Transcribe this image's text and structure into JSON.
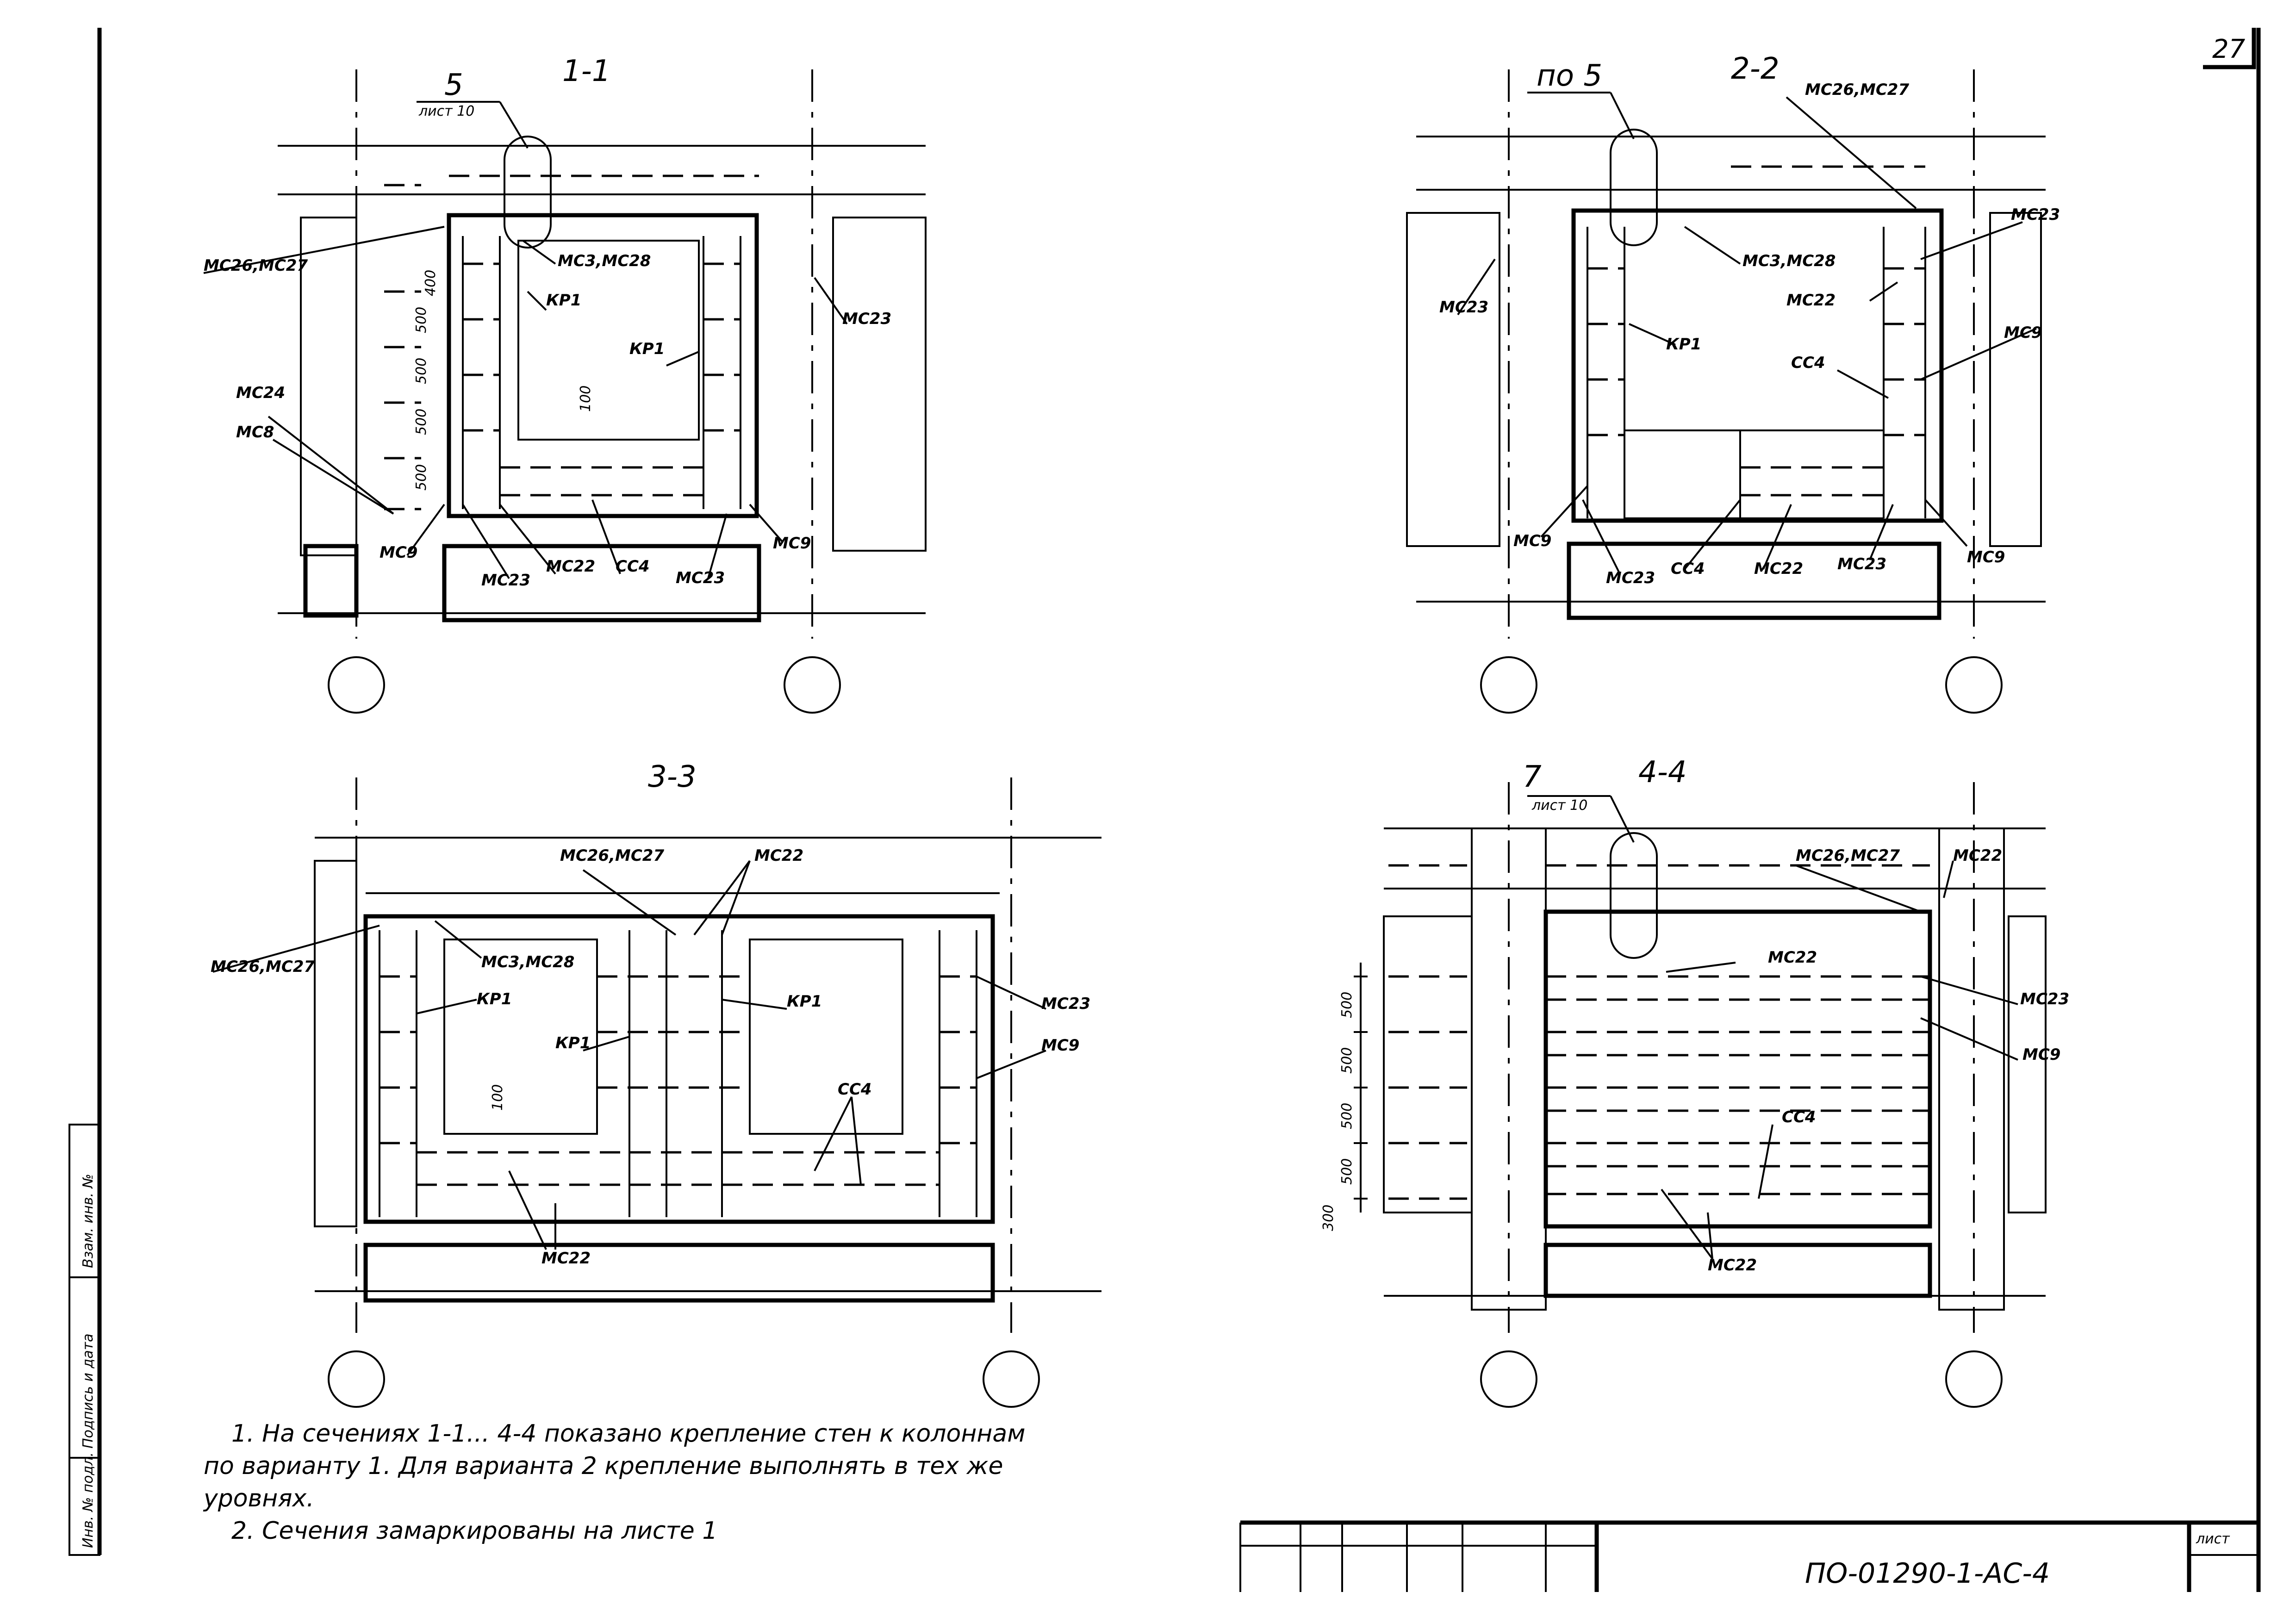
{
  "sheet": {
    "page_number": "27",
    "doc_code": "ПО-01290-1-АС-4",
    "sheet_label": "лист",
    "left_stamp": [
      "Инв. № подл.",
      "Подпись и дата",
      "Взам. инв. №"
    ]
  },
  "views": {
    "s11": {
      "title": "1-1",
      "ref_num": "5",
      "ref_sheet": "лист 10",
      "labels": [
        "МС26,МС27",
        "МС3,МС28",
        "КР1",
        "КР1",
        "МС23",
        "МС24",
        "МС8",
        "МС9",
        "МС23",
        "МС22",
        "СС4",
        "МС23",
        "МС9"
      ],
      "dims": [
        "400",
        "500",
        "500",
        "500",
        "500",
        "100"
      ]
    },
    "s22": {
      "title": "2-2",
      "ref_num": "по 5",
      "labels": [
        "МС26,МС27",
        "МС3,МС28",
        "МС23",
        "МС22",
        "КР1",
        "СС4",
        "МС9",
        "МС23",
        "МС9",
        "МС23",
        "СС4",
        "МС22",
        "МС23",
        "МС9"
      ]
    },
    "s33": {
      "title": "3-3",
      "labels": [
        "МС26,МС27",
        "МС22",
        "МС26,МС27",
        "МС3,МС28",
        "КР1",
        "КР1",
        "КР1",
        "СС4",
        "МС23",
        "МС9",
        "МС22"
      ],
      "dims": [
        "100"
      ]
    },
    "s44": {
      "title": "4-4",
      "ref_num": "7",
      "ref_sheet": "лист 10",
      "labels": [
        "МС26,МС27",
        "МС22",
        "МС22",
        "МС23",
        "МС9",
        "СС4",
        "МС22"
      ],
      "dims": [
        "500",
        "500",
        "500",
        "500",
        "300"
      ]
    }
  },
  "notes": [
    "1. На сечениях 1-1... 4-4 показано крепление стен к колоннам",
    "по варианту 1. Для варианта 2 крепление выполнять в тех же",
    "уровнях.",
    "2. Сечения замаркированы на листе 1"
  ]
}
